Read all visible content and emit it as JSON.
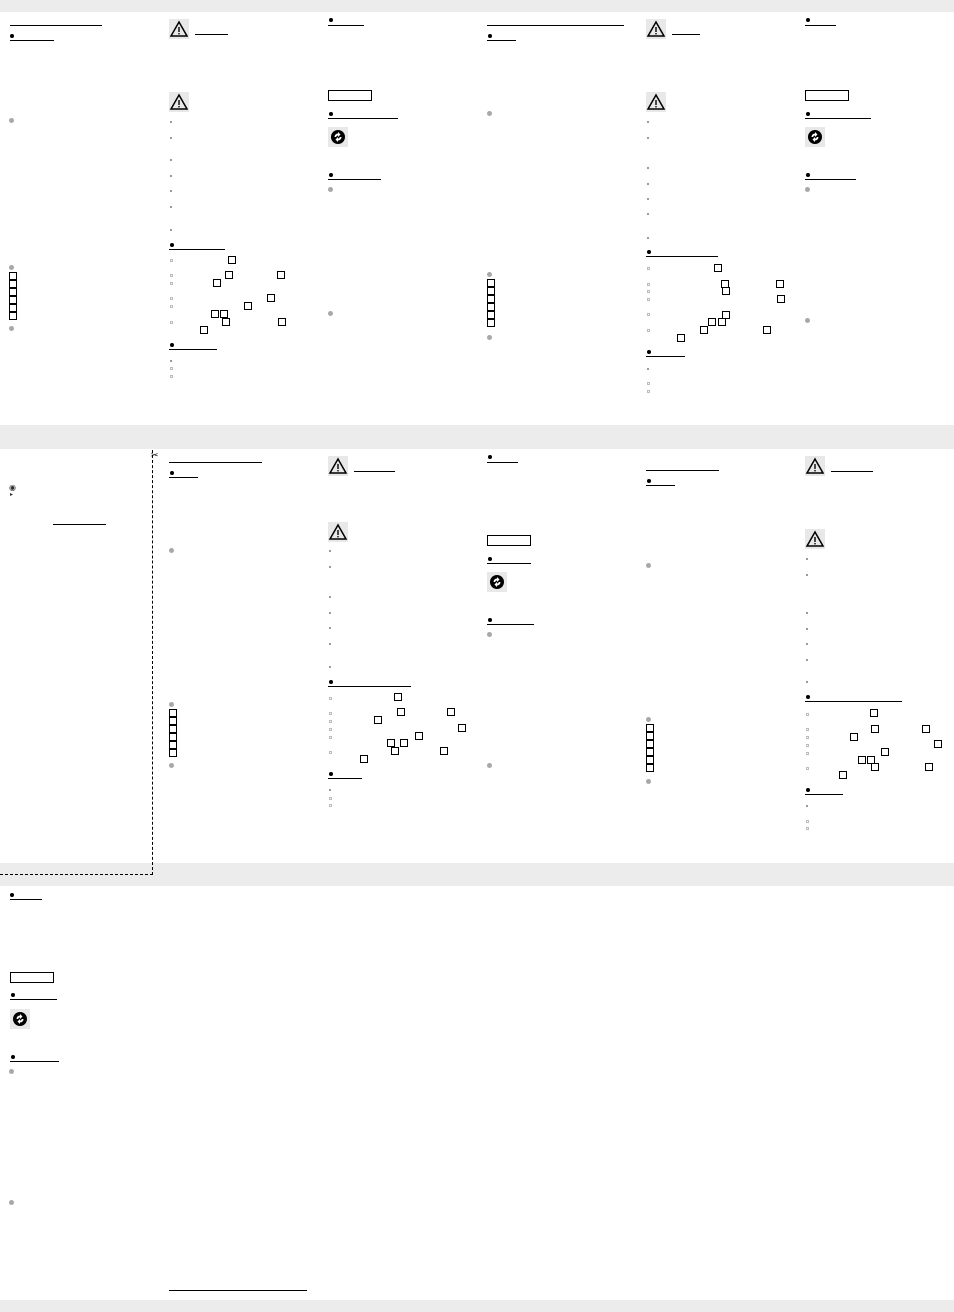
{
  "document": {
    "kind": "folded instruction leaflet",
    "columns_per_row": 6,
    "rows": 3
  },
  "icons": {
    "warning": "warning-triangle-icon",
    "recycling": "green-dot-recycling-icon",
    "scissors": "scissors-icon",
    "eye": "eye-icon"
  },
  "colors": {
    "band": "#ececec",
    "rule": "#000000",
    "gray_bullet": "#a8a8a8",
    "icon_background": "#e8e8e8"
  }
}
